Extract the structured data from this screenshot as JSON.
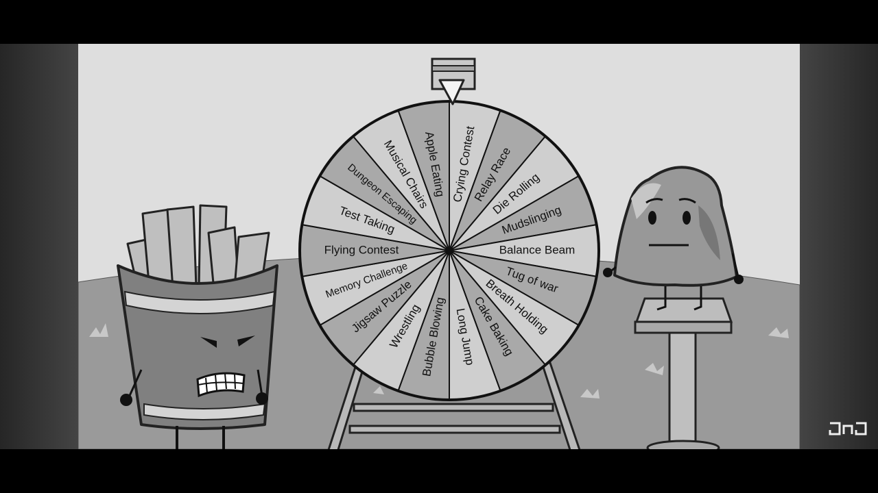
{
  "wheel": {
    "segments": [
      "Crying Contest",
      "Relay Race",
      "Die Rolling",
      "Mudslinging",
      "Balance Beam",
      "Tug of war",
      "Breath Holding",
      "Cake Baking",
      "Long Jump",
      "Bubble Blowing",
      "Wrestling",
      "Jigsaw Puzzle",
      "Memory Challenge",
      "Flying Contest",
      "Test Taking",
      "Dungeon Escaping",
      "Musical Chairs",
      "Apple Eating"
    ]
  },
  "characters": [
    "fries",
    "gelatin"
  ],
  "colors": {
    "sky": "#dedede",
    "ground": "#9a9a9a",
    "wheel_light": "#cfcfcf",
    "wheel_dark": "#a9a9a9",
    "outline": "#111111"
  },
  "watermark_logo": "JnJ"
}
